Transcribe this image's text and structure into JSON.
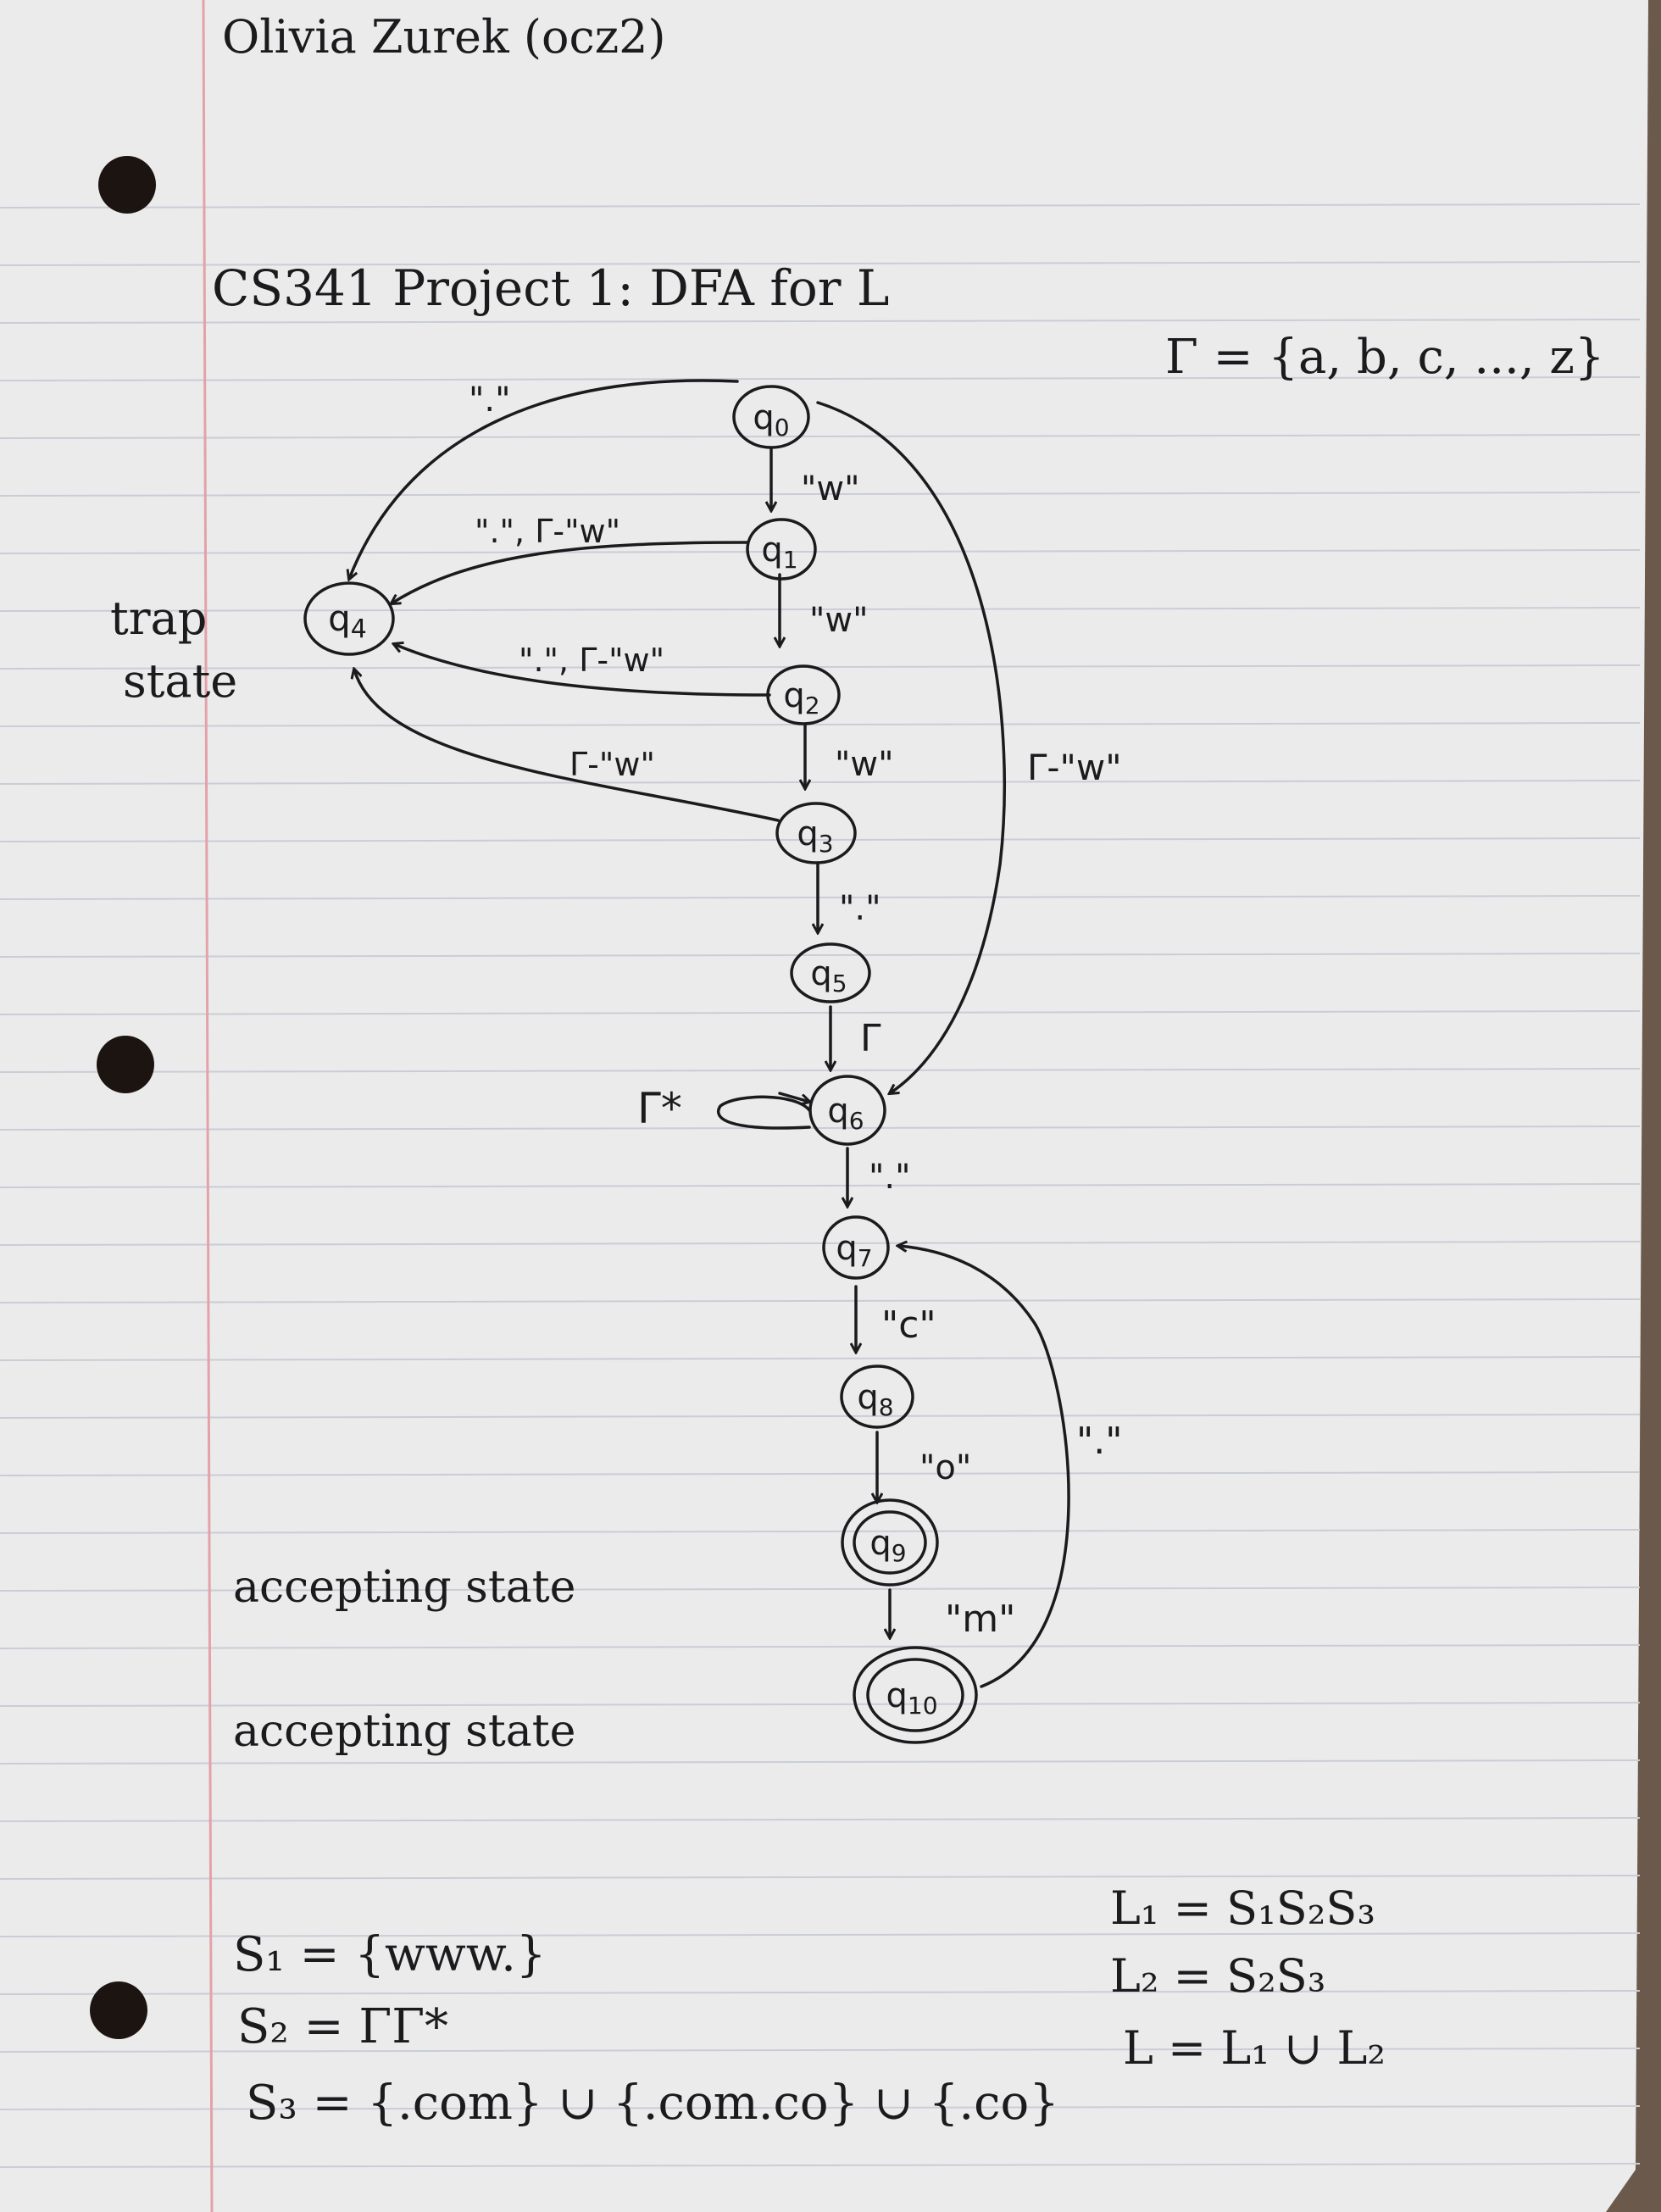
{
  "header": {
    "author": "Olivia Zurek (ocz2)",
    "title": "CS341 Project 1: DFA for L",
    "alphabet": "Γ = {a, b, c, ..., z}"
  },
  "side_notes": {
    "trap_line1": "trap",
    "trap_line2": "state",
    "accept_1": "accepting state",
    "accept_2": "accepting state"
  },
  "states": {
    "q0": {
      "name": "q",
      "sub": "0"
    },
    "q1": {
      "name": "q",
      "sub": "1"
    },
    "q2": {
      "name": "q",
      "sub": "2"
    },
    "q3": {
      "name": "q",
      "sub": "3"
    },
    "q4": {
      "name": "q",
      "sub": "4"
    },
    "q5": {
      "name": "q",
      "sub": "5"
    },
    "q6": {
      "name": "q",
      "sub": "6"
    },
    "q7": {
      "name": "q",
      "sub": "7"
    },
    "q8": {
      "name": "q",
      "sub": "8"
    },
    "q9": {
      "name": "q",
      "sub": "9"
    },
    "q10": {
      "name": "q",
      "sub": "10"
    }
  },
  "transitions": {
    "q0_q1": "\"w\"",
    "q1_q2": "\"w\"",
    "q2_q3": "\"w\"",
    "q3_q5": "\".\"",
    "q5_q6": "Γ",
    "q6_loop": "Γ*",
    "q6_q7": "\".\"",
    "q7_q8": "\"c\"",
    "q8_q9": "\"o\"",
    "q9_q10": "\"m\"",
    "q10_q7": "\".\"",
    "q0_q4": "\".\"",
    "q1_q4": "\".\", Γ-\"w\"",
    "q2_q4": "\".\", Γ-\"w\"",
    "q3_q4": "Γ-\"w\"",
    "q0_q6": "Γ-\"w\""
  },
  "definitions": {
    "s1": "S₁ = {www.}",
    "s2": "S₂ = ΓΓ*",
    "s3": "S₃ = {.com} ∪ {.com.co} ∪ {.co}",
    "l1": "L₁ = S₁S₂S₃",
    "l2": "L₂ = S₂S₃",
    "l": "L = L₁ ∪ L₂"
  }
}
